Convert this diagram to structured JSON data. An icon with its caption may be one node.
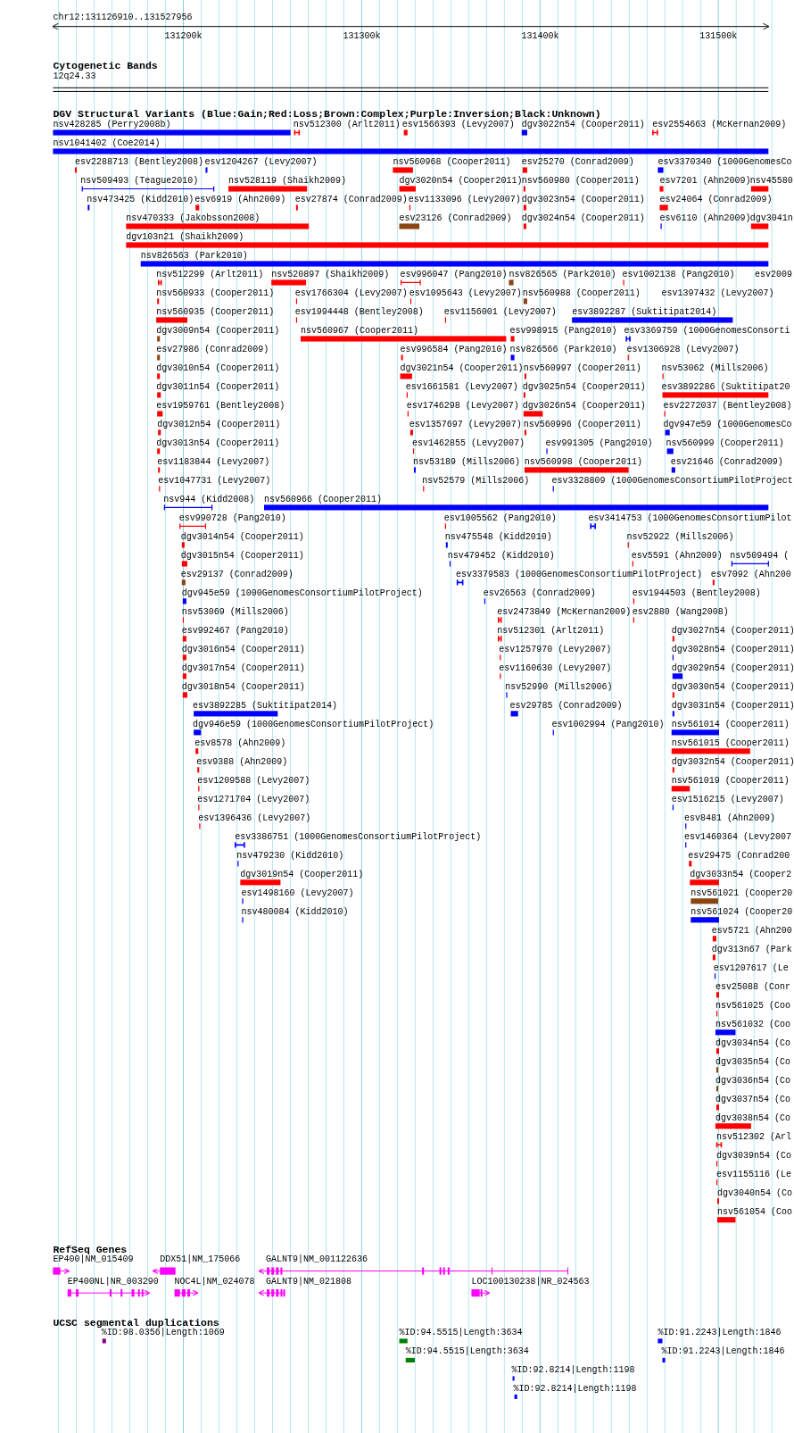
{
  "diagram": {
    "labels": [
      "chr12:131126910..131527956",
      "131200k",
      "131300k",
      "131400k",
      "131500k",
      "Cytogenetic Bands",
      "12q24.33",
      "DGV Structural Variants (Blue:Gain;Red:Loss;Brown:Complex;Purple:Inversion;Black:Unknown)",
      "nsv428285 (Perry2008b)",
      "nsv512300 (Arlt2011)",
      "esv1566393 (Levy2007)",
      "dgv3022n54 (Cooper2011)",
      "esv2554663 (McKernan2009)",
      "nsv1041402 (Coe2014)",
      "esv2288713 (Bentley2008)",
      "esv1204267 (Levy2007)",
      "nsv560968 (Cooper2011)",
      "esv25270 (Conrad2009)",
      "esv3370340 (1000GenomesCo",
      "nsv509493 (Teague2010)",
      "nsv528119 (Shaikh2009)",
      "dgv3020n54 (Cooper2011)",
      "nsv560980 (Cooper2011)",
      "esv7201 (Ahn2009)",
      "nsv45580",
      "nsv473425 (Kidd2010)",
      "esv6919 (Ahn2009)",
      "esv27874 (Conrad2009)",
      "esv1133096 (Levy2007)",
      "dgv3023n54 (Cooper2011)",
      "esv24064 (Conrad2009)",
      "nsv470333 (Jakobsson2008)",
      "esv23126 (Conrad2009)",
      "dgv3024n54 (Cooper2011)",
      "esv6110 (Ahn2009)",
      "dgv3041n",
      "dgv103n21 (Shaikh2009)",
      "nsv826563 (Park2010)",
      "nsv512299 (Arlt2011)",
      "nsv520897 (Shaikh2009)",
      "esv996047 (Pang2010)",
      "nsv826565 (Park2010)",
      "esv1002138 (Pang2010)",
      "esv2009",
      "nsv560933 (Cooper2011)",
      "esv1766304 (Levy2007)",
      "esv1095643 (Levy2007)",
      "nsv560988 (Cooper2011)",
      "esv1397432 (Levy2007)",
      "nsv560935 (Cooper2011)",
      "esv1994448 (Bentley2008)",
      "esv1156001 (Levy2007)",
      "esv3892287 (Suktitipat2014)",
      "dgv3009n54 (Cooper2011)",
      "nsv560967 (Cooper2011)",
      "esv998915 (Pang2010)",
      "esv3369759 (1000GenomesConsorti",
      "esv27986 (Conrad2009)",
      "esv996584 (Pang2010)",
      "nsv826566 (Park2010)",
      "esv1306928 (Levy2007)",
      "dgv3010n54 (Cooper2011)",
      "dgv3021n54 (Cooper2011)",
      "nsv560997 (Cooper2011)",
      "nsv53062 (Mills2006)",
      "dgv3011n54 (Cooper2011)",
      "esv1661581 (Levy2007)",
      "dgv3025n54 (Cooper2011)",
      "esv3892286 (Suktitipat20",
      "esv1959761 (Bentley2008)",
      "esv1746298 (Levy2007)",
      "dgv3026n54 (Cooper2011)",
      "esv2272037 (Bentley2008)",
      "dgv3012n54 (Cooper2011)",
      "esv1357697 (Levy2007)",
      "nsv560996 (Cooper2011)",
      "dgv947e59 (1000GenomesCo",
      "dgv3013n54 (Cooper2011)",
      "esv1462855 (Levy2007)",
      "esv991305 (Pang2010)",
      "nsv560999 (Cooper2011)",
      "esv1183844 (Levy2007)",
      "nsv53189 (Mills2006)",
      "nsv560998 (Cooper2011)",
      "esv21646 (Conrad2009)",
      "esv1047731 (Levy2007)",
      "nsv52579 (Mills2006)",
      "esv3328809 (1000GenomesConsortiumPilotProject",
      "nsv944 (Kidd2008)",
      "nsv560966 (Cooper2011)",
      "esv990728 (Pang2010)",
      "esv1005562 (Pang2010)",
      "esv3414753 (1000GenomesConsortiumPilot",
      "dgv3014n54 (Cooper2011)",
      "nsv475548 (Kidd2010)",
      "nsv52922 (Mills2006)",
      "dgv3015n54 (Cooper2011)",
      "nsv479452 (Kidd2010)",
      "esv5591 (Ahn2009)",
      "nsv509494 (",
      "esv29137 (Conrad2009)",
      "esv3379583 (1000GenomesConsortiumPilotProject)",
      "esv7092 (Ahn200",
      "dgv945e59 (1000GenomesConsortiumPilotProject)",
      "esv26563 (Conrad2009)",
      "esv1944503 (Bentley2008)",
      "nsv53069 (Mills2006)",
      "esv2473849 (McKernan2009)",
      "esv2880 (Wang2008)",
      "esv992467 (Pang2010)",
      "nsv512301 (Arlt2011)",
      "dgv3027n54 (Cooper2011)",
      "dgv3016n54 (Cooper2011)",
      "esv1257970 (Levy2007)",
      "dgv3028n54 (Cooper2011)",
      "dgv3017n54 (Cooper2011)",
      "esv1160630 (Levy2007)",
      "dgv3029n54 (Cooper2011)",
      "dgv3018n54 (Cooper2011)",
      "nsv52990 (Mills2006)",
      "dgv3030n54 (Cooper2011)",
      "esv3892285 (Suktitipat2014)",
      "esv29785 (Conrad2009)",
      "dgv3031n54 (Cooper2011)",
      "dgv946e59 (1000GenomesConsortiumPilotProject)",
      "esv1002994 (Pang2010)",
      "nsv561014 (Cooper2011)",
      "esv8578 (Ahn2009)",
      "nsv561015 (Cooper2011)",
      "esv9388 (Ahn2009)",
      "dgv3032n54 (Cooper2011)",
      "esv1209588 (Levy2007)",
      "nsv561019 (Cooper2011)",
      "esv1271704 (Levy2007)",
      "esv1516215 (Levy2007)",
      "esv1396436 (Levy2007)",
      "esv8481 (Ahn2009)",
      "esv3386751 (1000GenomesConsortiumPilotProject)",
      "esv1460364 (Levy2007",
      "nsv479230 (Kidd2010)",
      "esv29475 (Conrad200",
      "dgv3019n54 (Cooper2011)",
      "dgv3033n54 (Cooper2",
      "esv1498160 (Levy2007)",
      "nsv561021 (Cooper20",
      "nsv480084 (Kidd2010)",
      "nsv561024 (Cooper20",
      "esv5721 (Ahn200",
      "dgv313n67 (Park",
      "esv1207617 (Le",
      "esv25088 (Conr",
      "nsv561025 (Coo",
      "nsv561032 (Coo",
      "dgv3034n54 (Co",
      "dgv3035n54 (Co",
      "dgv3036n54 (Co",
      "dgv3037n54 (Co",
      "dgv3038n54 (Co",
      "nsv512302 (Arl",
      "dgv3039n54 (Co",
      "esv1155116 (Le",
      "dgv3040n54 (Co",
      "nsv561054 (Coo",
      "RefSeq Genes",
      "EP400|NM_015409",
      "DDX51|NM_175066",
      "GALNT9|NM_001122636",
      "EP400NL|NR_003290",
      "NOC4L|NM_024078",
      "GALNT9|NM_021808",
      "LOC100130238|NR_024563",
      "UCSC segmental duplications",
      "%ID:98.0356|Length:1069",
      "%ID:94.5515|Length:3634",
      "%ID:91.2243|Length:1846",
      "%ID:94.5515|Length:3634",
      "%ID:91.2243|Length:1846",
      "%ID:92.8214|Length:1198",
      "%ID:92.8214|Length:1198"
    ]
  }
}
